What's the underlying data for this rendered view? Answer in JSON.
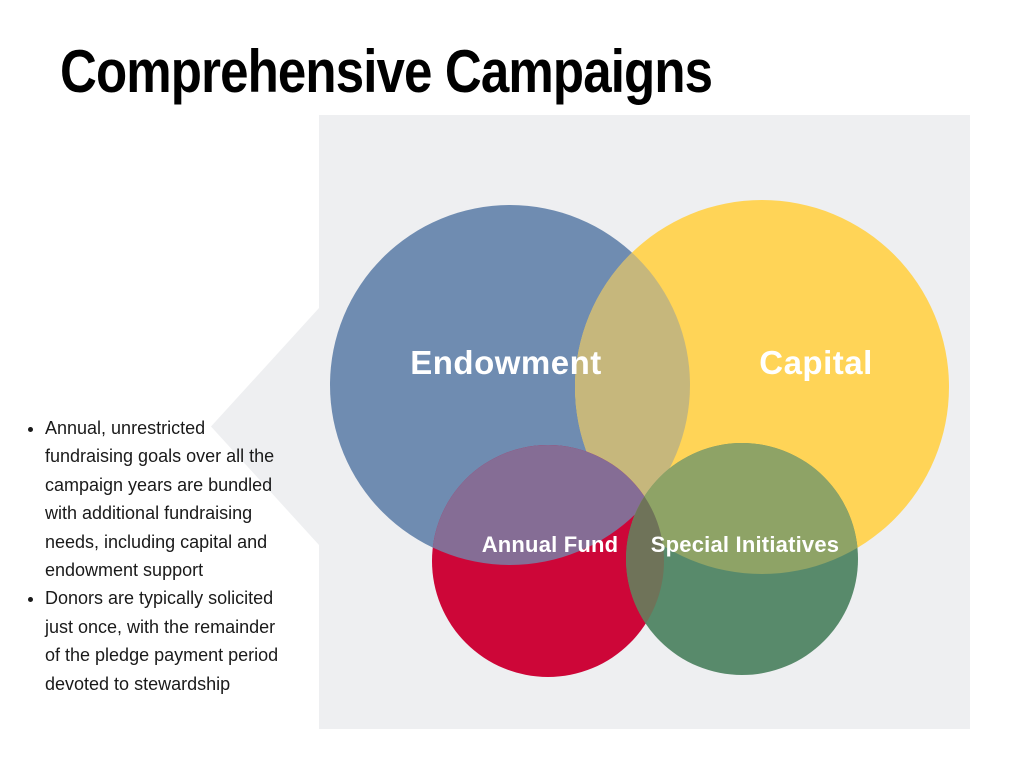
{
  "title": "Comprehensive Campaigns",
  "bullets": [
    "Annual, unrestricted\nfundraising goals over all the\ncampaign years are bundled\nwith additional fundraising\nneeds, including capital and\nendowment support",
    "Donors are typically solicited\njust once, with the remainder\nof the pledge payment period\ndevoted to stewardship"
  ],
  "colors": {
    "page_bg": "#FFFFFF",
    "panel_bg": "#EEEFF1",
    "title_text": "#000000",
    "body_text": "#1A1A1A"
  },
  "venn": {
    "label_color": "#FFFFFF",
    "sets": [
      {
        "id": "endowment",
        "label": "Endowment",
        "color": "#6F8CB1"
      },
      {
        "id": "capital",
        "label": "Capital",
        "color": "#FFD457"
      },
      {
        "id": "annual-fund",
        "label": "Annual Fund",
        "color": "#CD0638"
      },
      {
        "id": "special-initiatives",
        "label": "Special Initiatives",
        "color": "#588A6B"
      }
    ],
    "overlaps": [
      {
        "between": [
          "endowment",
          "capital"
        ],
        "color": "#C6B77C"
      },
      {
        "between": [
          "endowment",
          "annual-fund"
        ],
        "color": "#856D95"
      },
      {
        "between": [
          "capital",
          "special-initiatives"
        ],
        "color": "#8EA366"
      },
      {
        "between": [
          "annual-fund",
          "special-initiatives"
        ],
        "color": "#6F7359"
      }
    ]
  }
}
